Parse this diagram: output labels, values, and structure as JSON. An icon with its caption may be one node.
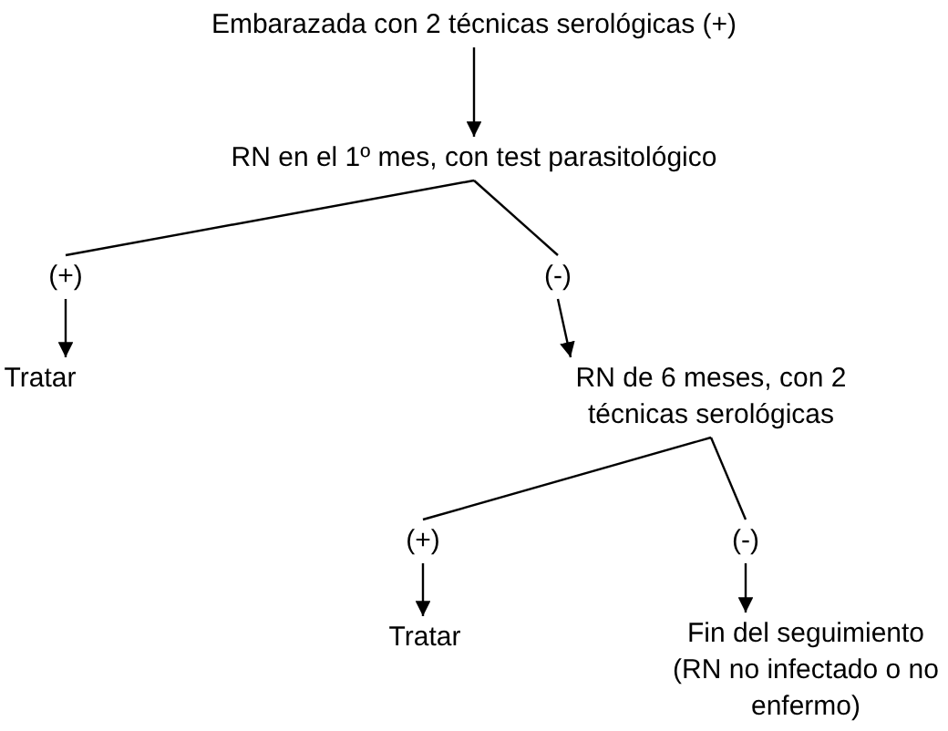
{
  "diagram": {
    "nodes": [
      {
        "text": [
          "Embarazada con 2 técnicas serológicas (+)"
        ]
      },
      {
        "text": [
          "RN en el 1º mes, con test parasitológico"
        ]
      },
      {
        "text": [
          "(+)"
        ]
      },
      {
        "text": [
          "(-)"
        ]
      },
      {
        "text": [
          "Tratar"
        ]
      },
      {
        "text": [
          "RN de 6 meses, con 2 técnicas serológicas"
        ]
      },
      {
        "text": [
          "(+)"
        ]
      },
      {
        "text": [
          "(-)"
        ]
      },
      {
        "text": [
          "Tratar"
        ]
      },
      {
        "text": [
          "Fin del seguimiento (RN no infectado o no enfermo)"
        ]
      }
    ],
    "edges": [
      {
        "from": 0,
        "to": 1,
        "arrow": "to"
      },
      {
        "from": 1,
        "to": 2,
        "arrow": "none"
      },
      {
        "from": 1,
        "to": 3,
        "arrow": "none"
      },
      {
        "from": 2,
        "to": 4,
        "arrow": "to"
      },
      {
        "from": 3,
        "to": 5,
        "arrow": "to"
      },
      {
        "from": 5,
        "to": 6,
        "arrow": "none"
      },
      {
        "from": 5,
        "to": 7,
        "arrow": "none"
      },
      {
        "from": 6,
        "to": 8,
        "arrow": "to"
      },
      {
        "from": 7,
        "to": 9,
        "arrow": "to"
      }
    ]
  }
}
